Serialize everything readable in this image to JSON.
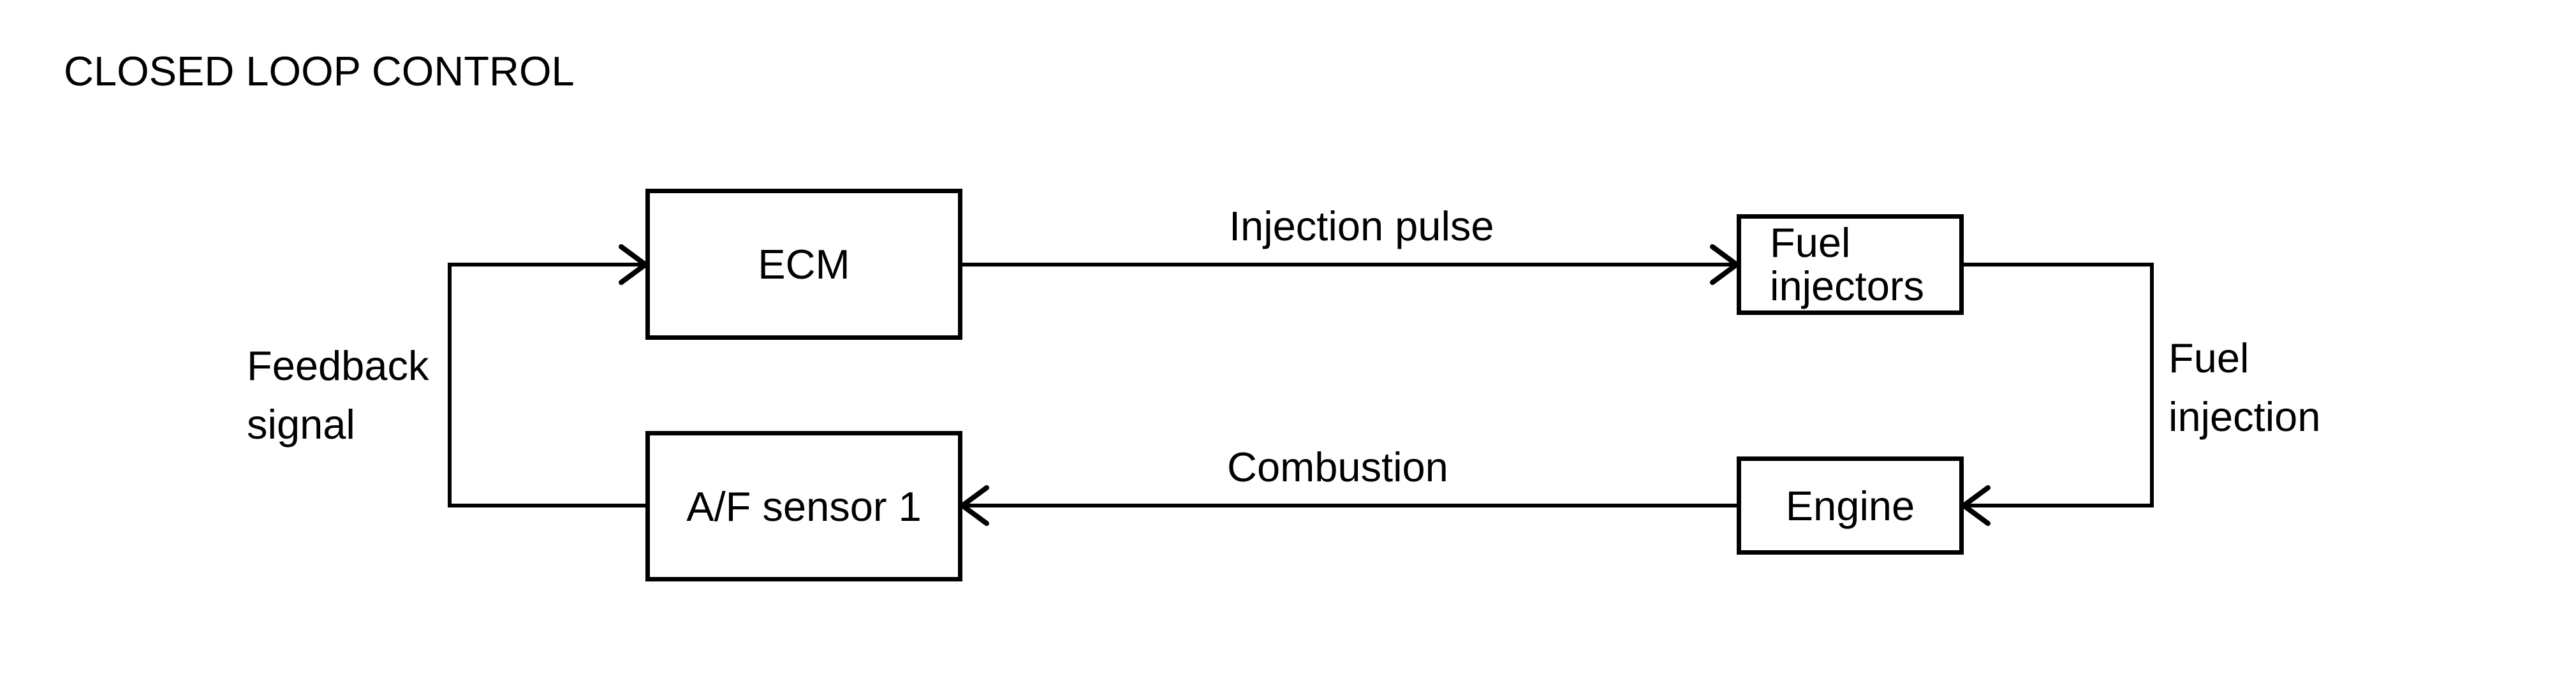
{
  "title": "CLOSED LOOP CONTROL",
  "colors": {
    "ink": "#000000",
    "background": "#ffffff"
  },
  "diagram": {
    "nodes": {
      "ecm": {
        "label": "ECM"
      },
      "fuel_injectors": {
        "lines": [
          "Fuel",
          "injectors"
        ]
      },
      "engine": {
        "label": "Engine"
      },
      "af_sensor_1": {
        "label": "A/F sensor 1"
      }
    },
    "edges": {
      "ecm_to_fuel_injectors": {
        "from": "ECM",
        "to": "Fuel injectors",
        "label": "Injection pulse"
      },
      "fuel_injectors_to_engine": {
        "from": "Fuel injectors",
        "to": "Engine",
        "lines": [
          "Fuel",
          "injection"
        ]
      },
      "engine_to_af_sensor_1": {
        "from": "Engine",
        "to": "A/F sensor 1",
        "label": "Combustion"
      },
      "af_sensor_1_to_ecm": {
        "from": "A/F sensor 1",
        "to": "ECM",
        "lines": [
          "Feedback",
          "signal"
        ]
      }
    }
  }
}
